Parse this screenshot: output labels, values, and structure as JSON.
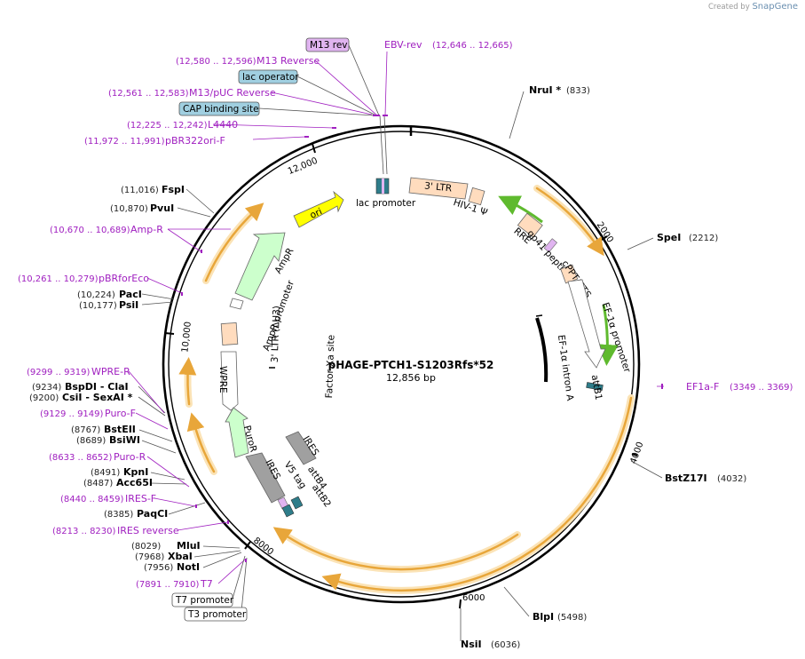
{
  "watermark": {
    "prefix": "Created by",
    "brand": "SnapGene"
  },
  "plasmid": {
    "name": "pHAGE-PTCH1-S1203Rfs*52",
    "length": "12,856 bp"
  },
  "ticks": [
    "2000",
    "4000",
    "6000",
    "8000",
    "10,000",
    "12,000"
  ],
  "sites": [
    {
      "name": "NruI *",
      "pos": "(833)"
    },
    {
      "name": "SpeI",
      "pos": "(2212)"
    },
    {
      "name": "BstZ17I",
      "pos": "(4032)"
    },
    {
      "name": "BlpI",
      "pos": "(5498)"
    },
    {
      "name": "NsiI",
      "pos": "(6036)"
    },
    {
      "name": "NotI",
      "pos": "(7956)"
    },
    {
      "name": "XbaI",
      "pos": "(7968)"
    },
    {
      "name": "MluI",
      "pos": "(8029)"
    },
    {
      "name": "PaqCI",
      "pos": "(8385)"
    },
    {
      "name": "Acc65I",
      "pos": "(8487)"
    },
    {
      "name": "KpnI",
      "pos": "(8491)"
    },
    {
      "name": "BsiWI",
      "pos": "(8689)"
    },
    {
      "name": "BstEII",
      "pos": "(8767)"
    },
    {
      "name": "CsiI  - SexAI *",
      "pos": "(9200)"
    },
    {
      "name": "BspDI  - ClaI",
      "pos": "(9234)"
    },
    {
      "name": "PsiI",
      "pos": "(10,177)"
    },
    {
      "name": "PacI",
      "pos": "(10,224)"
    },
    {
      "name": "PvuI",
      "pos": "(10,870)"
    },
    {
      "name": "FspI",
      "pos": "(11,016)"
    }
  ],
  "primers": [
    {
      "name": "EBV-rev",
      "pos": "(12,646 .. 12,665)"
    },
    {
      "name": "M13 Reverse",
      "pos": "(12,580 .. 12,596)"
    },
    {
      "name": "M13/pUC Reverse",
      "pos": "(12,561 .. 12,583)"
    },
    {
      "name": "L4440",
      "pos": "(12,225 .. 12,242)"
    },
    {
      "name": "pBR322ori-F",
      "pos": "(11,972 .. 11,991)"
    },
    {
      "name": "Amp-R",
      "pos": "(10,670 .. 10,689)"
    },
    {
      "name": "pBRforEco",
      "pos": "(10,261 .. 10,279)"
    },
    {
      "name": "WPRE-R",
      "pos": "(9299 .. 9319)"
    },
    {
      "name": "Puro-F",
      "pos": "(9129 .. 9149)"
    },
    {
      "name": "Puro-R",
      "pos": "(8633 .. 8652)"
    },
    {
      "name": "IRES-F",
      "pos": "(8440 .. 8459)"
    },
    {
      "name": "IRES reverse",
      "pos": "(8213 .. 8230)"
    },
    {
      "name": "T7",
      "pos": "(7891 .. 7910)"
    },
    {
      "name": "EF1a-F",
      "pos": "(3349 .. 3369)"
    }
  ],
  "boxed_labels": [
    "M13 rev",
    "lac operator",
    "CAP binding site",
    "T7 promoter",
    "T3 promoter"
  ],
  "features": {
    "ori": "ori",
    "ampr": "AmpR",
    "ampr_promoter": "AmpR promoter",
    "ltr3": "3' LTR (ΔU3)",
    "wpre": "WPRE",
    "factor_xa": "Factor Xa site",
    "puror": "PuroR",
    "ires1": "IRES",
    "ires2": "IRES",
    "v5": "V5 tag",
    "attb4": "attB4",
    "attb2": "attB2",
    "attb1": "attB1",
    "lac_promoter": "lac promoter",
    "ltr5": "3' LTR",
    "hiv": "HIV-1 Ψ",
    "rre": "RRE",
    "gp41": "gp41 peptide",
    "cppt": "cPPT/CTS",
    "ef1a_promoter": "EF-1α promoter",
    "ef1a_intron": "EF-1α intron A"
  },
  "colors": {
    "backbone": "#000000",
    "orange_arrow": "#e8a63a",
    "highlight": "#fbe3b6",
    "ori_fill": "#ffff00",
    "ampr_fill": "#ccffcc",
    "ltr_fill": "#ffdcbe",
    "ires_fill": "#a0a0a0",
    "green_arrow": "#5fba2e",
    "primer": "#a020c0",
    "box_blue": "#a0cfe0",
    "box_purple": "#e0b4f0",
    "attb": "#2e7d8a"
  }
}
